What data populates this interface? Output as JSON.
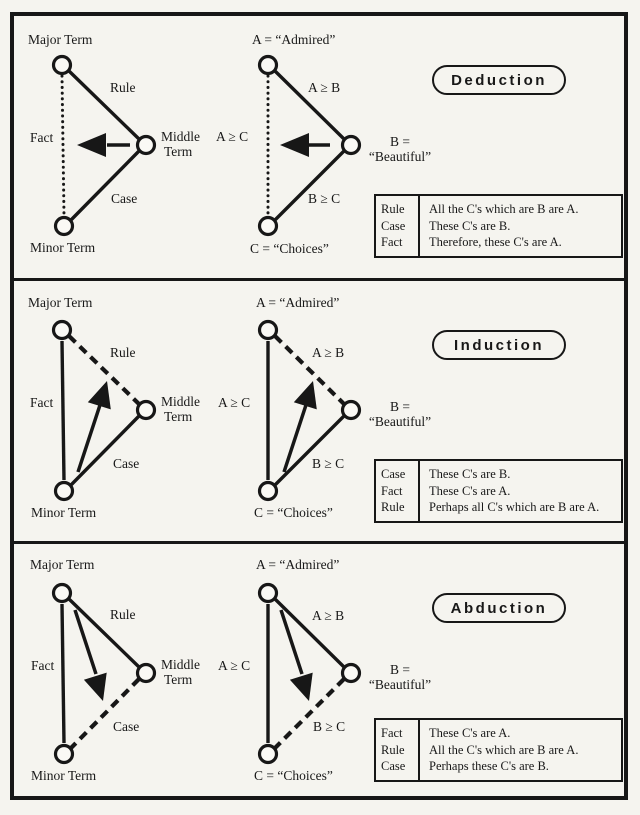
{
  "panels": [
    {
      "badge": "Deduction",
      "term_diagram": {
        "top": "Major Term",
        "mid1": "Middle",
        "mid2": "Term",
        "bottom": "Minor Term",
        "left_edge": "Fact",
        "upper_edge": "Rule",
        "lower_edge": "Case"
      },
      "abc_diagram": {
        "top": "A = “Admired”",
        "mid1": "B =",
        "mid2": "“Beautiful”",
        "bottom": "C = “Choices”",
        "left_edge": "A ≥ C",
        "upper_edge": "A ≥ B",
        "lower_edge": "B ≥ C"
      },
      "table": {
        "rows": [
          {
            "label": "Rule",
            "text": "All the C's which are B are A."
          },
          {
            "label": "Case",
            "text": "These C's are B."
          },
          {
            "label": "Fact",
            "text": "Therefore, these C's are A."
          }
        ]
      }
    },
    {
      "badge": "Induction",
      "term_diagram": {
        "top": "Major Term",
        "mid1": "Middle",
        "mid2": "Term",
        "bottom": "Minor Term",
        "left_edge": "Fact",
        "upper_edge": "Rule",
        "lower_edge": "Case"
      },
      "abc_diagram": {
        "top": "A = “Admired”",
        "mid1": "B =",
        "mid2": "“Beautiful”",
        "bottom": "C = “Choices”",
        "left_edge": "A ≥ C",
        "upper_edge": "A ≥ B",
        "lower_edge": "B ≥ C"
      },
      "table": {
        "rows": [
          {
            "label": "Case",
            "text": "These C's are B."
          },
          {
            "label": "Fact",
            "text": "These C's are A."
          },
          {
            "label": "Rule",
            "text": "Perhaps all C's which are B are A."
          }
        ]
      }
    },
    {
      "badge": "Abduction",
      "term_diagram": {
        "top": "Major Term",
        "mid1": "Middle",
        "mid2": "Term",
        "bottom": "Minor Term",
        "left_edge": "Fact",
        "upper_edge": "Rule",
        "lower_edge": "Case"
      },
      "abc_diagram": {
        "top": "A = “Admired”",
        "mid1": "B =",
        "mid2": "“Beautiful”",
        "bottom": "C = “Choices”",
        "left_edge": "A ≥ C",
        "upper_edge": "A ≥ B",
        "lower_edge": "B ≥ C"
      },
      "table": {
        "rows": [
          {
            "label": "Fact",
            "text": "These C's are A."
          },
          {
            "label": "Rule",
            "text": "All the C's which are B are A."
          },
          {
            "label": "Case",
            "text": "Perhaps these C's are B."
          }
        ]
      }
    }
  ]
}
